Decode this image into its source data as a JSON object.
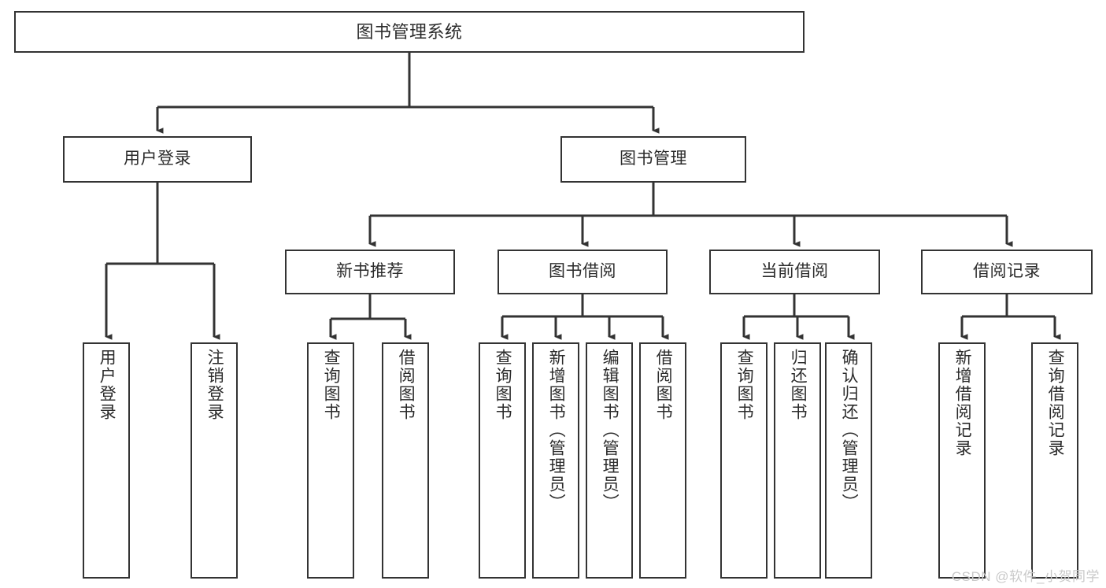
{
  "diagram": {
    "title": "图书管理系统",
    "type": "tree-hierarchy",
    "colors": {
      "background": "#ffffff",
      "node_border": "#333333",
      "node_fill": "#ffffff",
      "edge": "#333333",
      "text": "#2b2b2b",
      "watermark": "#c9c9c9"
    },
    "levels": {
      "root": {
        "label": "图书管理系统"
      },
      "level2": [
        {
          "id": "user-login",
          "label": "用户登录"
        },
        {
          "id": "book-manage",
          "label": "图书管理"
        }
      ],
      "level3": [
        {
          "id": "new-book-rec",
          "label": "新书推荐",
          "parent": "book-manage"
        },
        {
          "id": "book-borrow",
          "label": "图书借阅",
          "parent": "book-manage"
        },
        {
          "id": "current-borrow",
          "label": "当前借阅",
          "parent": "book-manage"
        },
        {
          "id": "borrow-record",
          "label": "借阅记录",
          "parent": "book-manage"
        }
      ],
      "leaves": [
        {
          "id": "leaf-user-login",
          "label": "用户登录",
          "parent": "user-login"
        },
        {
          "id": "leaf-logout",
          "label": "注销登录",
          "parent": "user-login"
        },
        {
          "id": "leaf-query-book-1",
          "label": "查询图书",
          "parent": "new-book-rec"
        },
        {
          "id": "leaf-borrow-book-1",
          "label": "借阅图书",
          "parent": "new-book-rec"
        },
        {
          "id": "leaf-query-book-2",
          "label": "查询图书",
          "parent": "book-borrow"
        },
        {
          "id": "leaf-add-book",
          "label": "新增图书（管理员）",
          "parent": "book-borrow"
        },
        {
          "id": "leaf-edit-book",
          "label": "编辑图书（管理员）",
          "parent": "book-borrow"
        },
        {
          "id": "leaf-borrow-book-2",
          "label": "借阅图书",
          "parent": "book-borrow"
        },
        {
          "id": "leaf-query-book-3",
          "label": "查询图书",
          "parent": "current-borrow"
        },
        {
          "id": "leaf-return-book",
          "label": "归还图书",
          "parent": "current-borrow"
        },
        {
          "id": "leaf-confirm-return",
          "label": "确认归还（管理员）",
          "parent": "current-borrow"
        },
        {
          "id": "leaf-add-record",
          "label": "新增借阅记录",
          "parent": "borrow-record"
        },
        {
          "id": "leaf-query-record",
          "label": "查询借阅记录",
          "parent": "borrow-record"
        }
      ]
    }
  },
  "watermark": {
    "text": "CSDN @软件_小贺同学"
  }
}
